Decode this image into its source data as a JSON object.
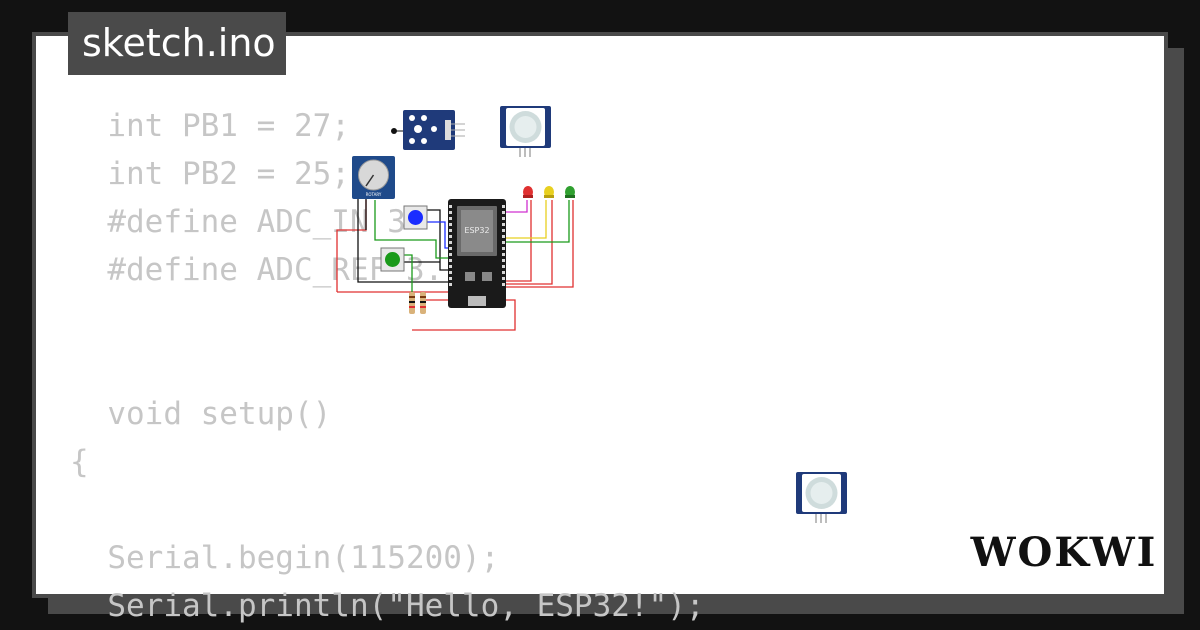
{
  "editor": {
    "filename": "sketch.ino",
    "code_lines": [
      "  int PB1 = 27;",
      "  int PB2 = 25;",
      "  #define ADC_IN 3",
      "  #define ADC_REF 3.",
      "",
      "",
      "  void setup()",
      "{",
      "",
      "  Serial.begin(115200);",
      "  Serial.println(\"Hello, ESP32!\");"
    ]
  },
  "circuit": {
    "mcu_label": "ESP32",
    "pot_label": "ROTARY"
  },
  "brand": {
    "logo_text": "WOKWI"
  },
  "colors": {
    "background": "#121212",
    "card": "#ffffff",
    "frame": "#4a4a4a",
    "code_text": "#c6c6c6",
    "led_red": "#e03030",
    "led_yellow": "#e8d020",
    "led_green": "#30a030",
    "button_blue": "#1a2cff",
    "button_green": "#1a9a1a",
    "module_blue": "#1f3a7a"
  }
}
